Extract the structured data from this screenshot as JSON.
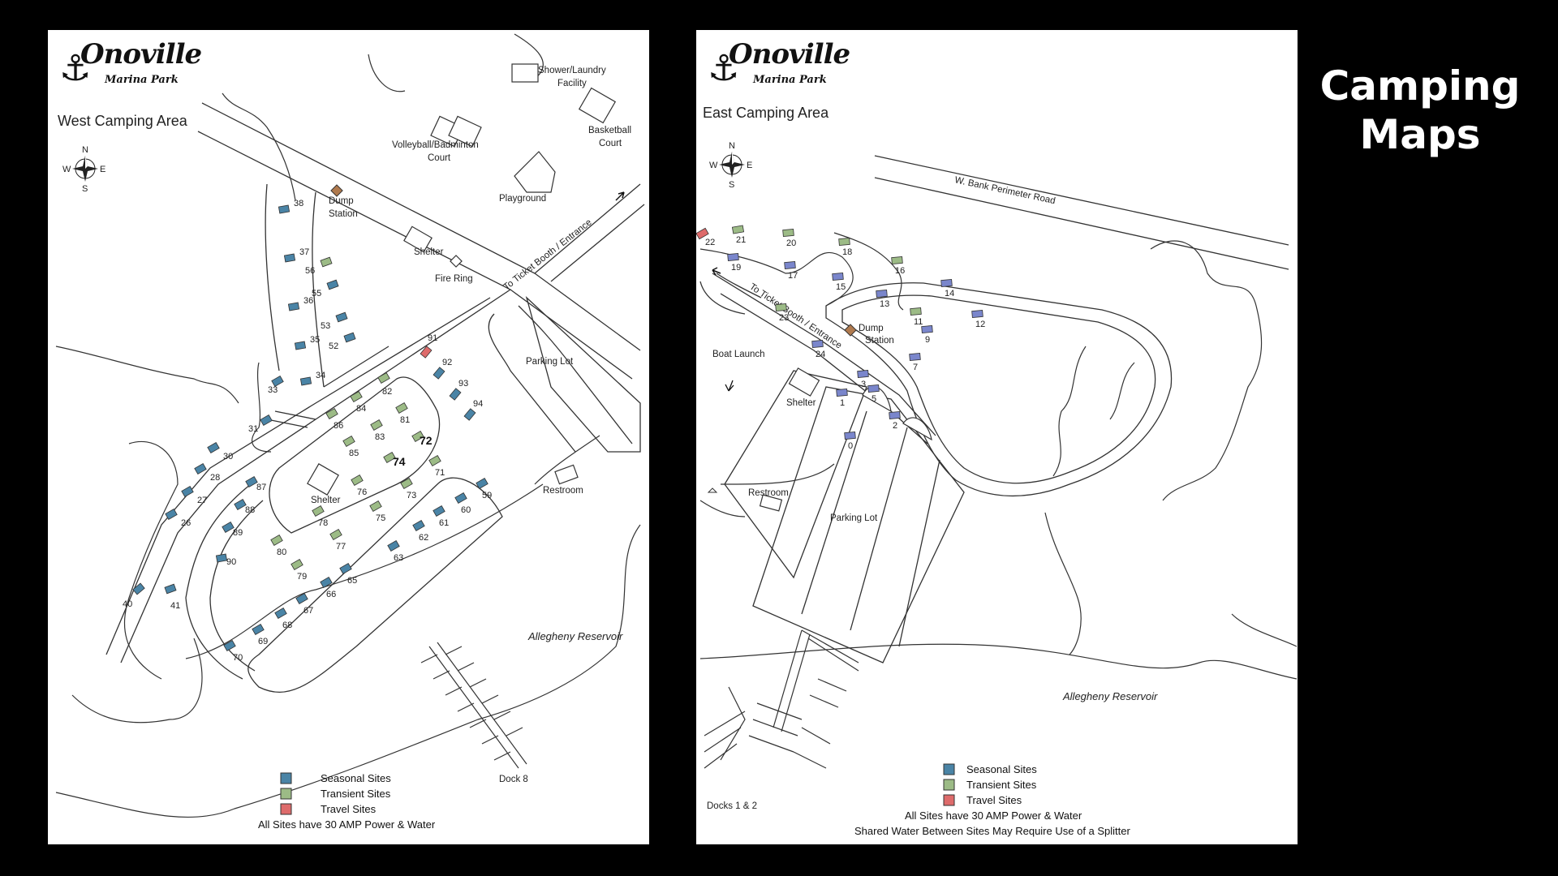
{
  "title": {
    "line1": "Camping",
    "line2": "Maps"
  },
  "colors": {
    "seasonal": "#4a84a6",
    "transient": "#9cbb86",
    "travel": "#de6b6b",
    "east_seasonal": "#7a86cc"
  },
  "logo": {
    "name": "Onoville",
    "sub": "Marina Park"
  },
  "west": {
    "title": "West Camping Area",
    "compass": {
      "n": "N",
      "s": "S",
      "e": "E",
      "w": "W"
    },
    "labels": {
      "shower": "Shower/Laundry",
      "facility": "Facility",
      "volleyball": "Volleyball/Badminton",
      "court": "Court",
      "basketball": "Basketball",
      "basketball_court": "Court",
      "playground": "Playground",
      "dump": "Dump",
      "station": "Station",
      "shelter1": "Shelter",
      "fire_ring": "Fire Ring",
      "ticket": "To Ticket Booth / Entrance",
      "parking": "Parking Lot",
      "shelter2": "Shelter",
      "restroom": "Restroom",
      "reservoir": "Allegheny Reservoir",
      "dock": "Dock 8"
    },
    "sites": [
      {
        "n": "38",
        "t": "s"
      },
      {
        "n": "37",
        "t": "s"
      },
      {
        "n": "36",
        "t": "s"
      },
      {
        "n": "35",
        "t": "s"
      },
      {
        "n": "34",
        "t": "s"
      },
      {
        "n": "33",
        "t": "s"
      },
      {
        "n": "31",
        "t": "s"
      },
      {
        "n": "30",
        "t": "s"
      },
      {
        "n": "28",
        "t": "s"
      },
      {
        "n": "27",
        "t": "s"
      },
      {
        "n": "26",
        "t": "s"
      },
      {
        "n": "40",
        "t": "s"
      },
      {
        "n": "41",
        "t": "s"
      },
      {
        "n": "56",
        "t": "t"
      },
      {
        "n": "55",
        "t": "s"
      },
      {
        "n": "53",
        "t": "s"
      },
      {
        "n": "52",
        "t": "s"
      },
      {
        "n": "82",
        "t": "t"
      },
      {
        "n": "84",
        "t": "t"
      },
      {
        "n": "81",
        "t": "t"
      },
      {
        "n": "86",
        "t": "t"
      },
      {
        "n": "83",
        "t": "t"
      },
      {
        "n": "85",
        "t": "t"
      },
      {
        "n": "72",
        "t": "t"
      },
      {
        "n": "74",
        "t": "t"
      },
      {
        "n": "71",
        "t": "t"
      },
      {
        "n": "76",
        "t": "t"
      },
      {
        "n": "73",
        "t": "t"
      },
      {
        "n": "78",
        "t": "t"
      },
      {
        "n": "75",
        "t": "t"
      },
      {
        "n": "77",
        "t": "t"
      },
      {
        "n": "80",
        "t": "t"
      },
      {
        "n": "79",
        "t": "t"
      },
      {
        "n": "87",
        "t": "s"
      },
      {
        "n": "88",
        "t": "s"
      },
      {
        "n": "89",
        "t": "s"
      },
      {
        "n": "90",
        "t": "s"
      },
      {
        "n": "91",
        "t": "r"
      },
      {
        "n": "92",
        "t": "s"
      },
      {
        "n": "93",
        "t": "s"
      },
      {
        "n": "94",
        "t": "s"
      },
      {
        "n": "59",
        "t": "s"
      },
      {
        "n": "60",
        "t": "s"
      },
      {
        "n": "61",
        "t": "s"
      },
      {
        "n": "62",
        "t": "s"
      },
      {
        "n": "63",
        "t": "s"
      },
      {
        "n": "65",
        "t": "s"
      },
      {
        "n": "66",
        "t": "s"
      },
      {
        "n": "67",
        "t": "s"
      },
      {
        "n": "68",
        "t": "s"
      },
      {
        "n": "69",
        "t": "s"
      },
      {
        "n": "70",
        "t": "s"
      }
    ],
    "legend": {
      "seasonal": "Seasonal Sites",
      "transient": "Transient Sites",
      "travel": "Travel Sites",
      "note": "All Sites have 30 AMP Power & Water"
    }
  },
  "east": {
    "title": "East Camping Area",
    "compass": {
      "n": "N",
      "s": "S",
      "e": "E",
      "w": "W"
    },
    "labels": {
      "perimeter": "W. Bank Perimeter Road",
      "ticket": "To Ticket Booth / Entrance",
      "dump": "Dump",
      "station": "Station",
      "boat_launch": "Boat Launch",
      "shelter": "Shelter",
      "restroom": "Restroom",
      "parking": "Parking Lot",
      "reservoir": "Allegheny Reservoir",
      "docks": "Docks 1 & 2"
    },
    "sites": [
      {
        "n": "22",
        "t": "r"
      },
      {
        "n": "21",
        "t": "t"
      },
      {
        "n": "20",
        "t": "t"
      },
      {
        "n": "18",
        "t": "t"
      },
      {
        "n": "16",
        "t": "t"
      },
      {
        "n": "19",
        "t": "e"
      },
      {
        "n": "17",
        "t": "e"
      },
      {
        "n": "15",
        "t": "e"
      },
      {
        "n": "14",
        "t": "e"
      },
      {
        "n": "13",
        "t": "e"
      },
      {
        "n": "12",
        "t": "e"
      },
      {
        "n": "11",
        "t": "t"
      },
      {
        "n": "23",
        "t": "t"
      },
      {
        "n": "9",
        "t": "e"
      },
      {
        "n": "24",
        "t": "e"
      },
      {
        "n": "7",
        "t": "e"
      },
      {
        "n": "3",
        "t": "e"
      },
      {
        "n": "1",
        "t": "e"
      },
      {
        "n": "5",
        "t": "e"
      },
      {
        "n": "2",
        "t": "e"
      },
      {
        "n": "0",
        "t": "e"
      }
    ],
    "legend": {
      "seasonal": "Seasonal Sites",
      "transient": "Transient Sites",
      "travel": "Travel Sites",
      "note1": "All Sites have 30 AMP Power & Water",
      "note2": "Shared Water Between Sites May Require Use of a Splitter"
    }
  }
}
